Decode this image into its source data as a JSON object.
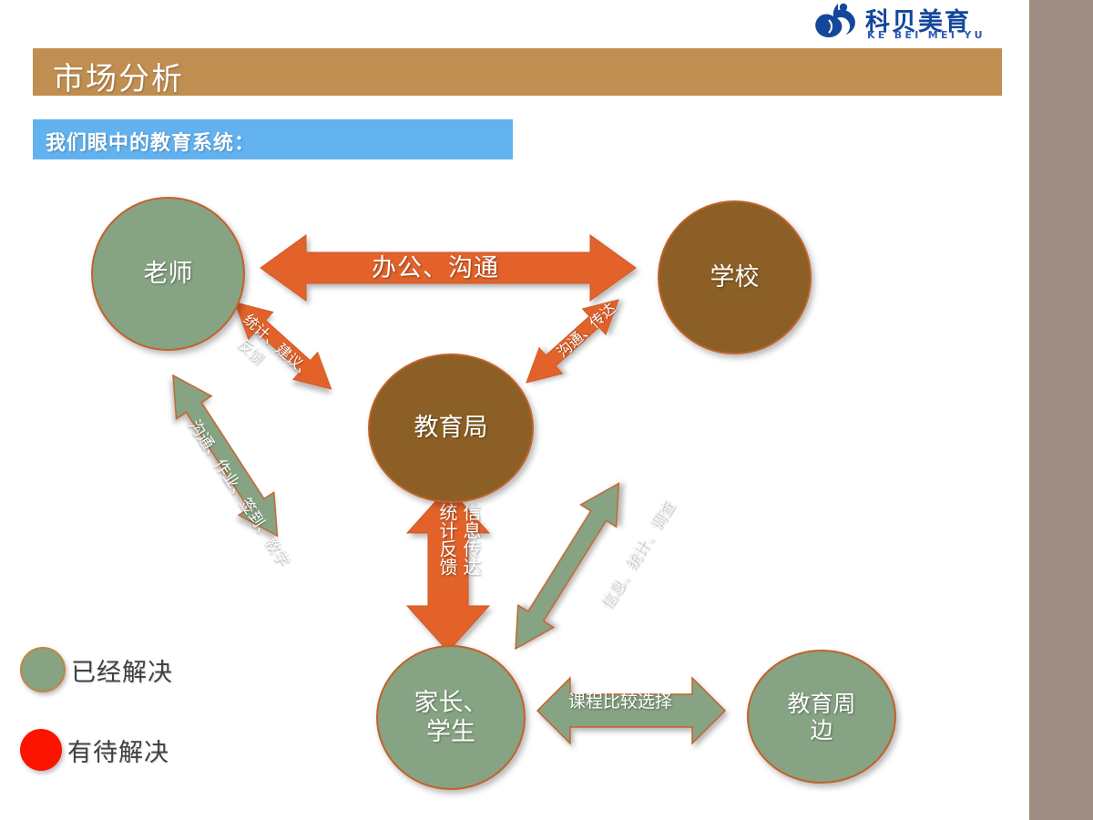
{
  "slide": {
    "title": "市场分析",
    "subtitle": "我们眼中的教育系统："
  },
  "logo": {
    "icon": "kebeimeiyu-logo-icon",
    "chinese": "科贝美育",
    "english": "KE BEI MEI YU",
    "color": "#13479b"
  },
  "diagram": {
    "nodes": [
      {
        "id": "teacher",
        "label": "老师",
        "color": "#86a383",
        "state": "solved"
      },
      {
        "id": "school",
        "label": "学校",
        "color": "#8b5f25",
        "state": "unsolved"
      },
      {
        "id": "bureau",
        "label": "教育局",
        "color": "#8b5f25",
        "state": "unsolved"
      },
      {
        "id": "parent_student",
        "label": "家长、\n学生",
        "line1": "家长、",
        "line2": "学生",
        "color": "#86a383",
        "state": "solved"
      },
      {
        "id": "around",
        "label": "教育周\n边",
        "line1": "教育周",
        "line2": "边",
        "color": "#86a383",
        "state": "solved"
      }
    ],
    "arrows": [
      {
        "id": "teacher-school",
        "label": "办公、沟通",
        "color": "#e2622b",
        "direction": "both"
      },
      {
        "id": "teacher-bureau",
        "label": "统计、建议、反馈",
        "line1": "统计、建议、",
        "line2": "反馈",
        "color": "#e2622b",
        "direction": "both"
      },
      {
        "id": "bureau-school",
        "label": "沟通、传达",
        "color": "#e2622b",
        "direction": "both"
      },
      {
        "id": "teacher-parent",
        "label": "沟通、作业、签到、教学",
        "color": "#86a383",
        "direction": "both"
      },
      {
        "id": "school-parent",
        "label": "信息、统计、调查",
        "color": "#86a383",
        "direction": "both"
      },
      {
        "id": "bureau-parent",
        "label": "信息传达 统计反馈",
        "line1": "信息传达",
        "line2": "统计反馈",
        "color": "#e2622b",
        "direction": "both"
      },
      {
        "id": "parent-around",
        "label": "课程比较选择",
        "color": "#86a383",
        "direction": "both"
      }
    ]
  },
  "legend": {
    "items": [
      {
        "color": "#86a383",
        "label": "已经解决"
      },
      {
        "color": "#fc1400",
        "label": "有待解决"
      }
    ]
  },
  "theme": {
    "title_bar": "#c08e51",
    "subtitle_bar": "#62b2f0",
    "side_band": "#9d8d82",
    "orange_arrow": "#e2622b",
    "green_arrow": "#86a383",
    "brown_node": "#8b5f25",
    "green_node": "#86a383"
  }
}
